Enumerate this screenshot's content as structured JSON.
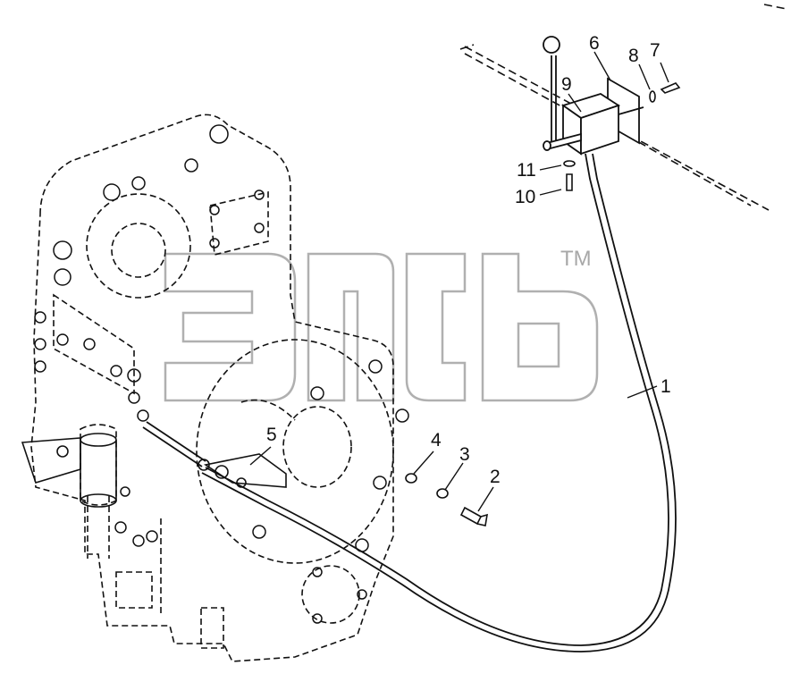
{
  "diagram": {
    "callouts": {
      "c1": "1",
      "c2": "2",
      "c3": "3",
      "c4": "4",
      "c5": "5",
      "c6": "6",
      "c7": "7",
      "c8": "8",
      "c9": "9",
      "c10": "10",
      "c11": "11"
    },
    "watermark_tm": "TM",
    "line_color": "#111111",
    "watermark_color": "#a8a8a8"
  }
}
